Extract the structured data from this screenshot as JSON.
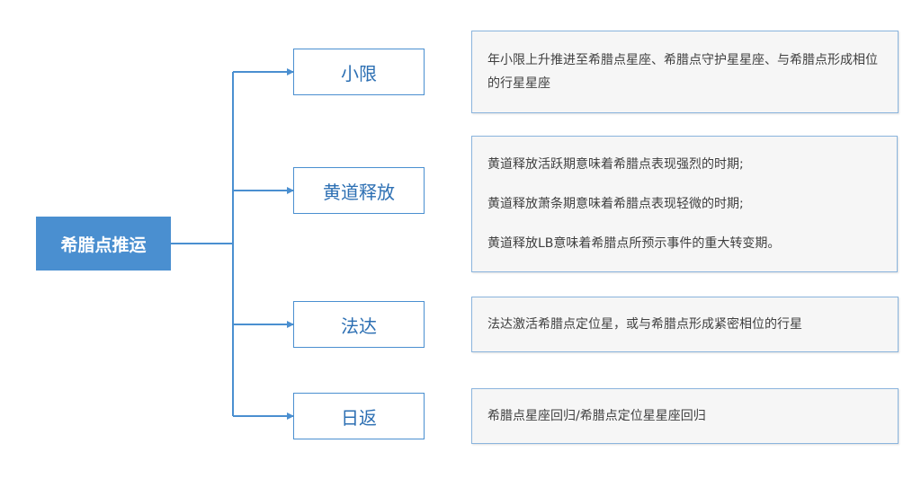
{
  "root": {
    "label": "希腊点推运"
  },
  "branches": [
    {
      "label": "小限",
      "description": [
        "年小限上升推进至希腊点星座、希腊点守护星星座、与希腊点形成相位的行星星座"
      ]
    },
    {
      "label": "黄道释放",
      "description": [
        "黄道释放活跃期意味着希腊点表现强烈的时期;",
        "黄道释放萧条期意味着希腊点表现轻微的时期;",
        "黄道释放LB意味着希腊点所预示事件的重大转变期。"
      ]
    },
    {
      "label": "法达",
      "description": [
        "法达激活希腊点定位星，或与希腊点形成紧密相位的行星"
      ]
    },
    {
      "label": "日返",
      "description": [
        "希腊点星座回归/希腊点定位星星座回归"
      ]
    }
  ],
  "colors": {
    "accent": "#4a8fd0",
    "branch_text": "#2c6fb3",
    "box_border": "#8ab4dd",
    "box_fill": "#f6f6f6",
    "body_text": "#404040"
  }
}
